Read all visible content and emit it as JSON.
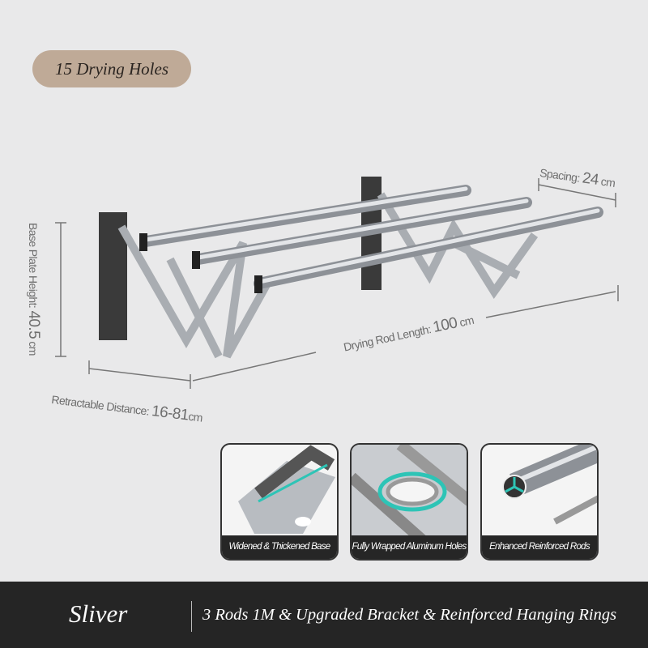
{
  "badge": {
    "label": "15 Drying Holes"
  },
  "dimensions": {
    "spacing_label": "Spacing:",
    "spacing_value": "24",
    "spacing_unit": "cm",
    "rod_length_label": "Drying Rod Length:",
    "rod_length_value": "100",
    "rod_length_unit": "cm",
    "base_height_label": "Base Plate Height:",
    "base_height_value": "40.5",
    "base_height_unit": "cm",
    "retract_label": "Retractable Distance:",
    "retract_value": "16-81",
    "retract_unit": "cm"
  },
  "features": [
    {
      "label": "Widened & Thickened Base"
    },
    {
      "label": "Fully Wrapped Aluminum Holes"
    },
    {
      "label": "Enhanced Reinforced Rods"
    }
  ],
  "footer": {
    "color": "Sliver",
    "description": "3 Rods 1M & Upgraded Bracket & Reinforced Hanging Rings"
  },
  "colors": {
    "accent": "#2ec4b6",
    "badge": "#bfaa97",
    "footer": "#252525"
  }
}
